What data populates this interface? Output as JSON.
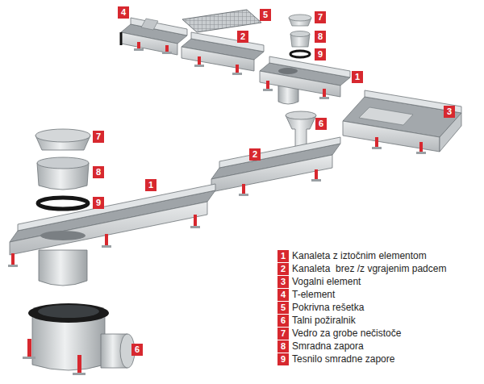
{
  "diagram": {
    "labels": [
      "4",
      "5",
      "7",
      "2",
      "8",
      "9",
      "1",
      "3",
      "6",
      "7",
      "2",
      "8",
      "1",
      "9",
      "6",
      "1",
      "2",
      "3",
      "4",
      "5",
      "6",
      "7",
      "8",
      "9"
    ],
    "legend": [
      {
        "text": "Kanaleta z iztočnim elementom"
      },
      {
        "text": "Kanaleta  brez /z vgrajenim padcem"
      },
      {
        "text": "Vogalni element"
      },
      {
        "text": "T-element"
      },
      {
        "text": "Pokrivna rešetka"
      },
      {
        "text": "Talni požiralnik"
      },
      {
        "text": "Vedro za grobe nečistoče"
      },
      {
        "text": "Smradna zapora"
      },
      {
        "text": "Tesnilo smradne zapore"
      }
    ]
  }
}
